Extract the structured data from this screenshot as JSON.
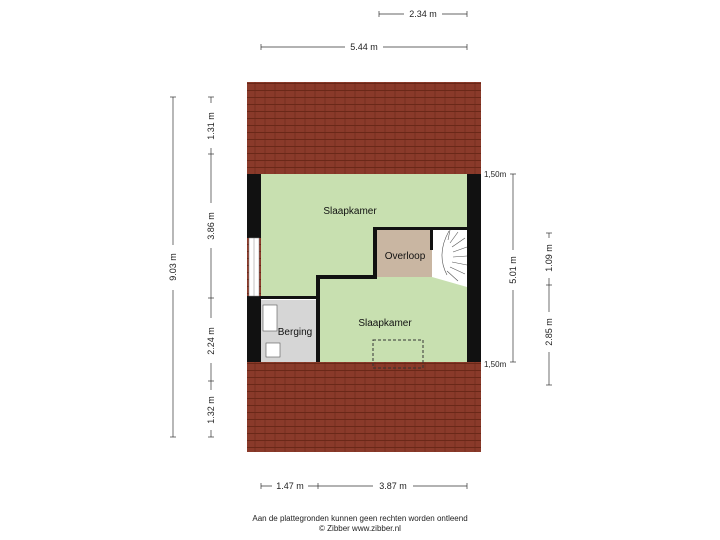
{
  "dimensions": {
    "top_short": "2.34 m",
    "top_wide": "5.44 m",
    "left_total": "9.03 m",
    "left_segments": [
      "1.31 m",
      "3.86 m",
      "2.24 m",
      "1.32 m"
    ],
    "bottom_left": "1.47 m",
    "bottom_right": "3.87 m",
    "right_inner": "5.01 m",
    "right_outer_top": "1.09 m",
    "right_outer_bottom": "2.85 m",
    "height_top": "1,50m",
    "height_bottom": "1,50m"
  },
  "rooms": {
    "slaapkamer_top": "Slaapkamer",
    "overloop": "Overloop",
    "berging": "Berging",
    "slaapkamer_bottom": "Slaapkamer"
  },
  "footer": {
    "disclaimer": "Aan de plattegronden kunnen geen rechten worden ontleend",
    "credit": "© Zibber www.zibber.nl"
  },
  "colors": {
    "roof": "#8a3a2a",
    "room_green": "#c8e0b0",
    "overloop": "#c9b6a2",
    "berging": "#d6d6d6",
    "wall": "#111111"
  }
}
